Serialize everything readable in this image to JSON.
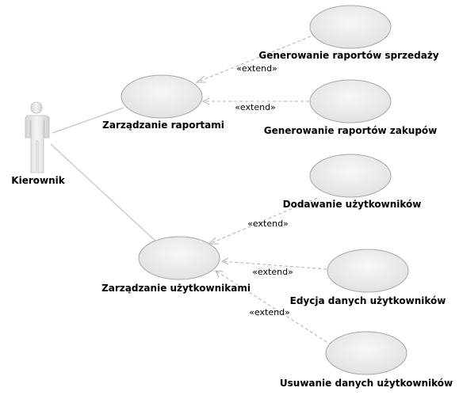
{
  "diagram": {
    "actor": {
      "name": "Kierownik"
    },
    "use_cases": {
      "reports": "Zarządzanie raportami",
      "sales_reports": "Generowanie raportów sprzedaży",
      "purchase_reports": "Generowanie raportów zakupów",
      "users": "Zarządzanie użytkownikami",
      "add_users": "Dodawanie użytkowników",
      "edit_users": "Edycja danych użytkowników",
      "delete_users": "Usuwanie danych użytkowników"
    },
    "relations": {
      "ext_sales": "«extend»",
      "ext_purchase": "«extend»",
      "ext_add": "«extend»",
      "ext_edit": "«extend»",
      "ext_delete": "«extend»"
    }
  }
}
